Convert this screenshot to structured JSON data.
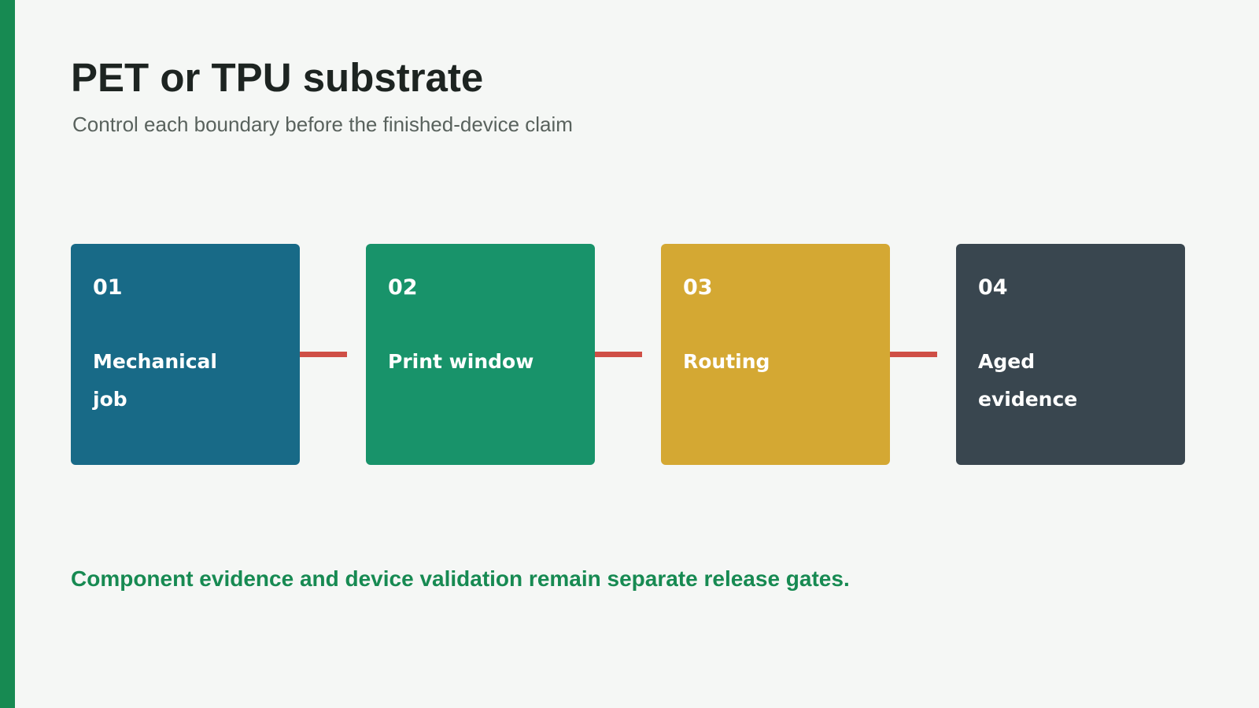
{
  "header": {
    "title": "PET or TPU substrate",
    "subtitle": "Control each boundary before the finished-device claim"
  },
  "steps": [
    {
      "number": "01",
      "label": "Mechanical job",
      "color": "#186a87"
    },
    {
      "number": "02",
      "label": "Print window",
      "color": "#18936a"
    },
    {
      "number": "03",
      "label": "Routing",
      "color": "#d4a833"
    },
    {
      "number": "04",
      "label": "Aged evidence",
      "color": "#39464f"
    }
  ],
  "footer": {
    "note": "Component evidence and device validation remain separate release gates."
  },
  "colors": {
    "accent": "#178a52",
    "connector": "#cf4f46",
    "background": "#f5f7f5",
    "title": "#1d2421",
    "subtitle": "#59625d"
  }
}
